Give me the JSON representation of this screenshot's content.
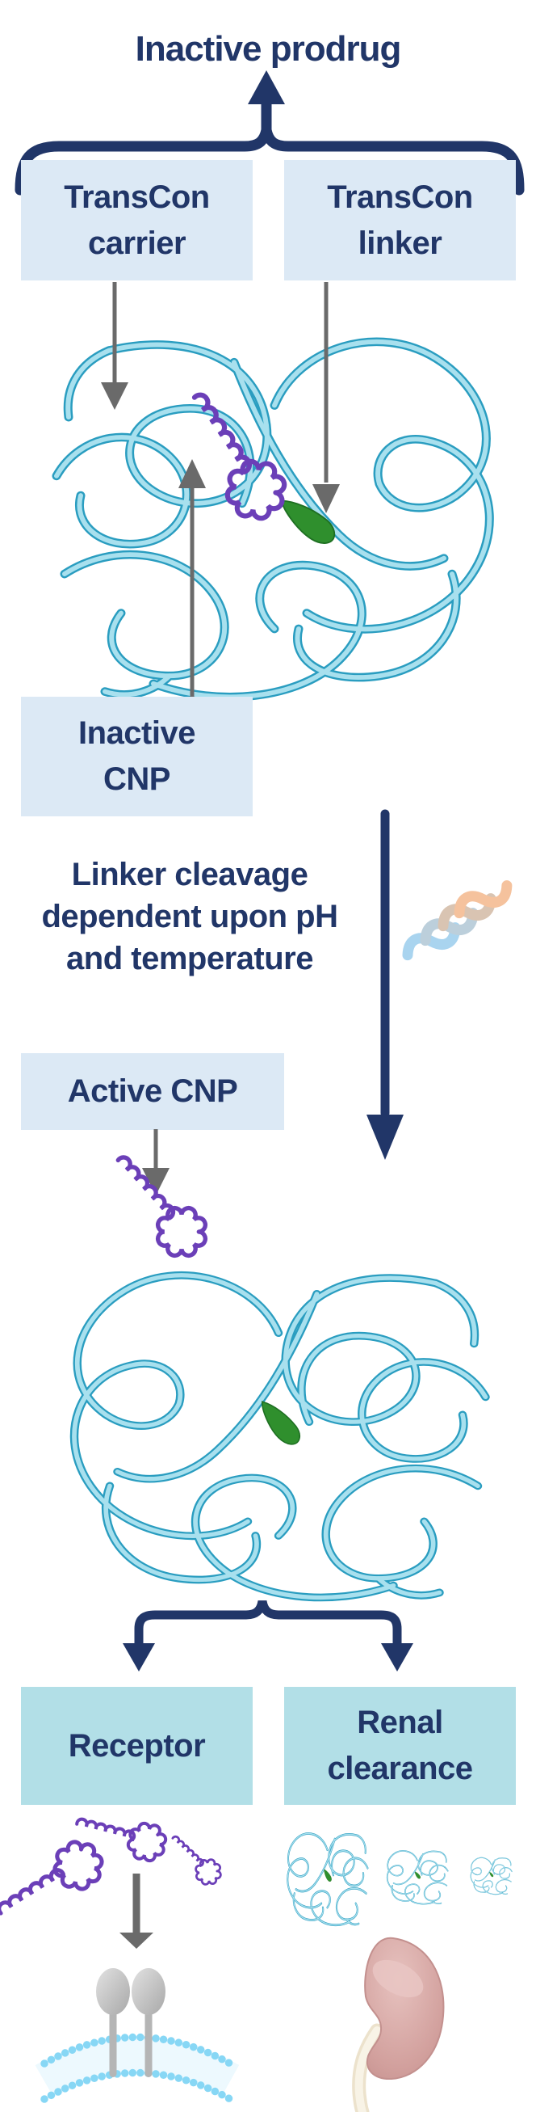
{
  "title": "Inactive prodrug",
  "boxes": {
    "carrier": {
      "line1": "TransCon",
      "line2": "carrier"
    },
    "linker": {
      "line1": "TransCon",
      "line2": "linker"
    },
    "inactive_cnp": {
      "line1": "Inactive",
      "line2": "CNP"
    },
    "active_cnp": {
      "label": "Active CNP"
    },
    "receptor": {
      "label": "Receptor"
    },
    "renal": {
      "line1": "Renal",
      "line2": "clearance"
    }
  },
  "cleavage": {
    "line1": "Linker cleavage",
    "line2": "dependent upon pH",
    "line3": "and temperature"
  },
  "colors": {
    "navy": "#213668",
    "label_box_blue": "#dce9f5",
    "outcome_box_teal": "#b2dfe7",
    "arrow_gray": "#6a6a6a",
    "ribbon_edge_teal": "#2a9dc0",
    "ribbon_fill_cyan": "#a8e0ee",
    "cnp_purple": "#6b3fb8",
    "linker_green": "#2f8f2d",
    "membrane_blue": "#87d7f5",
    "kidney_pink": "#d2a09d",
    "wave_light_blue": "#a9d4ef",
    "wave_gray_blue": "#bccfdb",
    "wave_tan": "#d9c4b2",
    "wave_orange": "#f5c29d"
  },
  "illustrations": {
    "prodrug_molecule": "carrier-ribbon-with-bound-cnp-and-linker",
    "cnp_helix": "purple-coiled-cnp-peptide",
    "linker_segment": "green-linker-segment",
    "wave_logo": "ph-temperature-waves",
    "carrier_molecule": "carrier-ribbon-after-release",
    "released_cnp": "free-cnp-helices",
    "receptor_membrane": "receptor-pair-in-cell-membrane",
    "degrading_carriers": "shrinking-carrier-ribbons",
    "kidney": "kidney-organ"
  }
}
